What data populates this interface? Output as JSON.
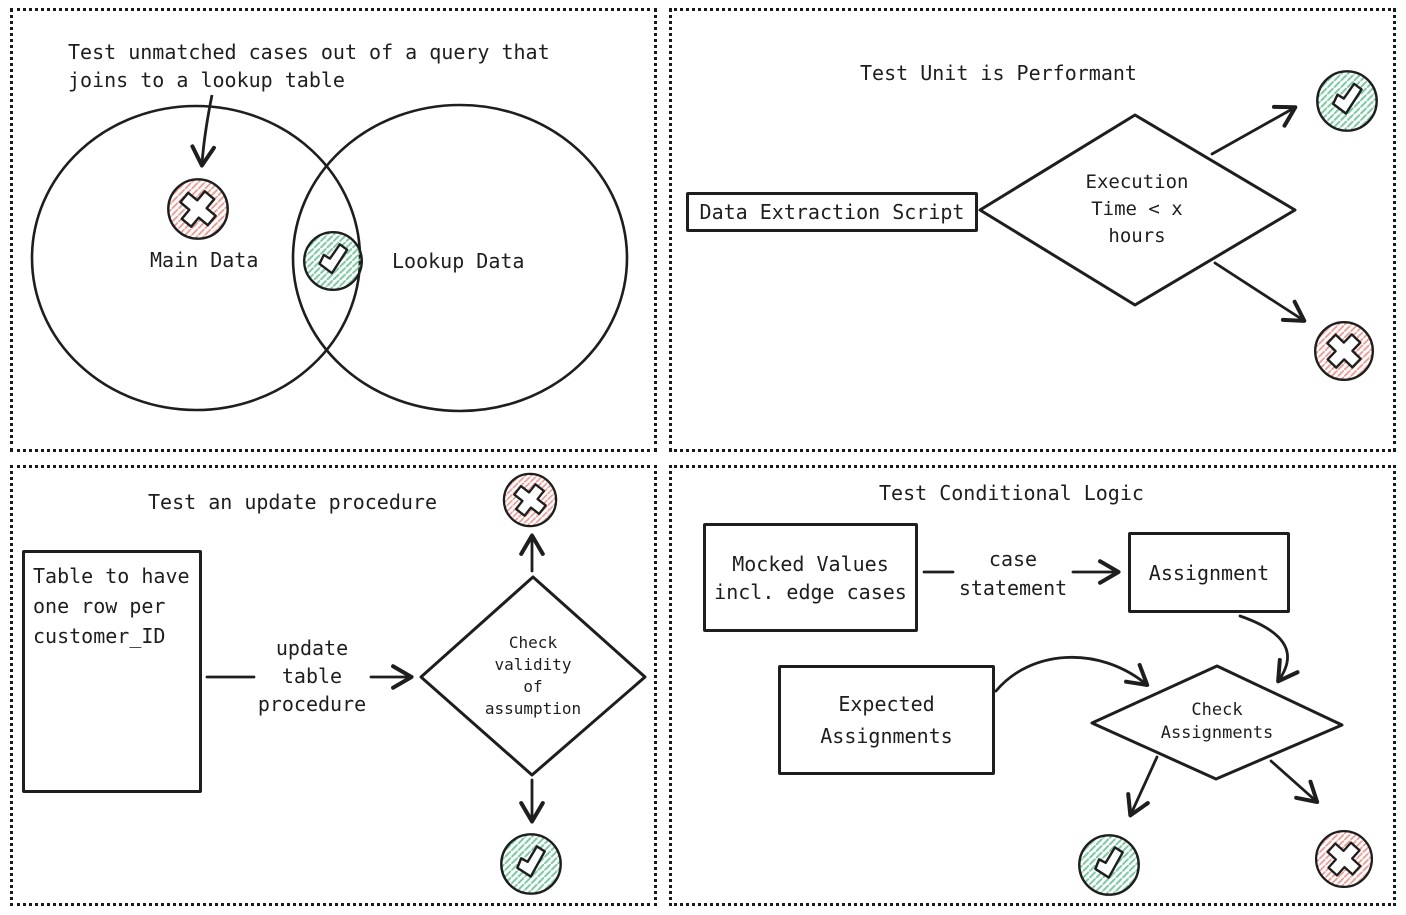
{
  "diagram": {
    "colors": {
      "stroke": "#1e1e1e",
      "panel_border": "#1a1a1a",
      "success_hatch": "#7cc9a2",
      "failure_hatch": "#eb9b94",
      "background": "#ffffff"
    },
    "icons": {
      "success": "check-icon",
      "failure": "x-icon"
    },
    "panels": {
      "venn_test": {
        "title_line1": "Test unmatched cases out of a query that",
        "title_line2": "joins to a lookup table",
        "left_circle_label": "Main Data",
        "right_circle_label": "Lookup Data"
      },
      "performance_test": {
        "title": "Test Unit is Performant",
        "source_box_label": "Data Extraction Script",
        "decision_label": "Execution\nTime < x\nhours"
      },
      "update_test": {
        "title": "Test an update procedure",
        "table_box_label": "Table to have\none row per\ncustomer_ID",
        "edge_label": "update\ntable\nprocedure",
        "decision_label": "Check\nvalidity\nof\nassumption"
      },
      "conditional_test": {
        "title": "Test Conditional Logic",
        "mocked_box_label": "Mocked Values\nincl. edge cases",
        "edge_label": "case\nstatement",
        "assignment_box_label": "Assignment",
        "expected_box_label": "Expected\nAssignments",
        "decision_label": "Check\nAssignments"
      }
    }
  }
}
